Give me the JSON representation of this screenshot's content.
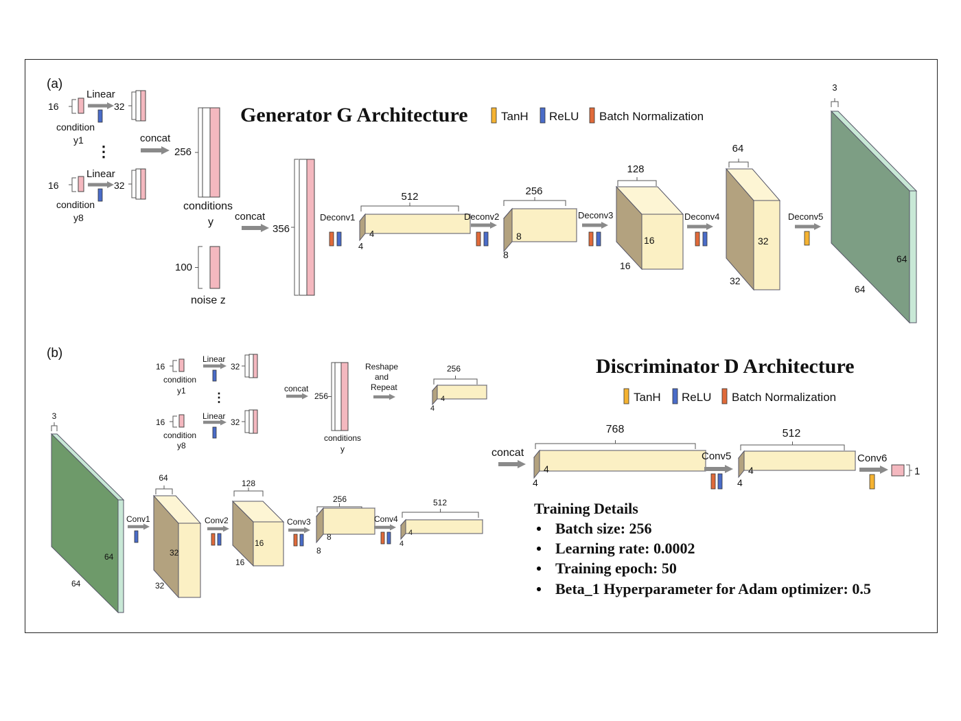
{
  "colors": {
    "pink": "#f4b8bf",
    "block_front": "#fbf0c4",
    "block_top": "#fdf5d4",
    "block_side": "#b3a27f",
    "green_face": "#7d9e84",
    "green_edge": "#c8e8d6",
    "d_green_face": "#6e9a6a",
    "tanh": "#f5b332",
    "relu": "#4a6cc8",
    "bn": "#e06a3a",
    "arrow": "#8a8a8a"
  },
  "generator": {
    "panel_label": "(a)",
    "title": "Generator G Architecture",
    "legend": {
      "tanh": "TanH",
      "relu": "ReLU",
      "bn": "Batch Normalization"
    },
    "cond1": {
      "in": "16",
      "linear": "Linear",
      "out": "32",
      "label": "condition",
      "name": "y1"
    },
    "dots": "⋮",
    "cond8": {
      "in": "16",
      "linear": "Linear",
      "out": "32",
      "label": "condition",
      "name": "y8"
    },
    "concat1": "concat",
    "cond_dim": "256",
    "cond_label": "conditions",
    "cond_name": "y",
    "noise_dim": "100",
    "noise_label": "noise z",
    "concat2": "concat",
    "merged_dim": "356",
    "layers": [
      {
        "op": "Deconv1",
        "width": "512",
        "front": "4",
        "depth": "4"
      },
      {
        "op": "Deconv2",
        "width": "256",
        "front": "8",
        "depth": "8"
      },
      {
        "op": "Deconv3",
        "width": "128",
        "front": "16",
        "depth": "16"
      },
      {
        "op": "Deconv4",
        "width": "64",
        "front": "32",
        "depth": "32"
      },
      {
        "op": "Deconv5",
        "width": "3",
        "front": "64",
        "depth": "64"
      }
    ]
  },
  "discriminator": {
    "panel_label": "(b)",
    "title": "Discriminator D Architecture",
    "legend": {
      "tanh": "TanH",
      "relu": "ReLU",
      "bn": "Batch Normalization"
    },
    "input": {
      "width": "3",
      "front": "64",
      "depth": "64"
    },
    "cond1": {
      "in": "16",
      "linear": "Linear",
      "out": "32",
      "label": "condition",
      "name": "y1"
    },
    "dots": "⋮",
    "cond8": {
      "in": "16",
      "linear": "Linear",
      "out": "32",
      "label": "condition",
      "name": "y8"
    },
    "concat1": "concat",
    "cond_dim": "256",
    "cond_label": "conditions",
    "cond_name": "y",
    "reshape": [
      "Reshape",
      "and",
      "Repeat"
    ],
    "reshape_block": {
      "width": "256",
      "front": "4",
      "depth": "4"
    },
    "layers": [
      {
        "op": "Conv1",
        "width": "64",
        "front": "32",
        "depth": "32"
      },
      {
        "op": "Conv2",
        "width": "128",
        "front": "16",
        "depth": "16"
      },
      {
        "op": "Conv3",
        "width": "256",
        "front": "8",
        "depth": "8"
      },
      {
        "op": "Conv4",
        "width": "512",
        "front": "4",
        "depth": "4"
      }
    ],
    "concat2": "concat",
    "concat_block": {
      "width": "768",
      "front": "4",
      "depth": "4"
    },
    "conv5": {
      "op": "Conv5",
      "width": "512",
      "front": "4",
      "depth": "4"
    },
    "conv6": {
      "op": "Conv6",
      "out": "1"
    }
  },
  "training": {
    "heading": "Training Details",
    "items": [
      "Batch size: 256",
      "Learning rate: 0.0002",
      "Training epoch: 50",
      "Beta_1 Hyperparameter for Adam optimizer: 0.5"
    ]
  }
}
